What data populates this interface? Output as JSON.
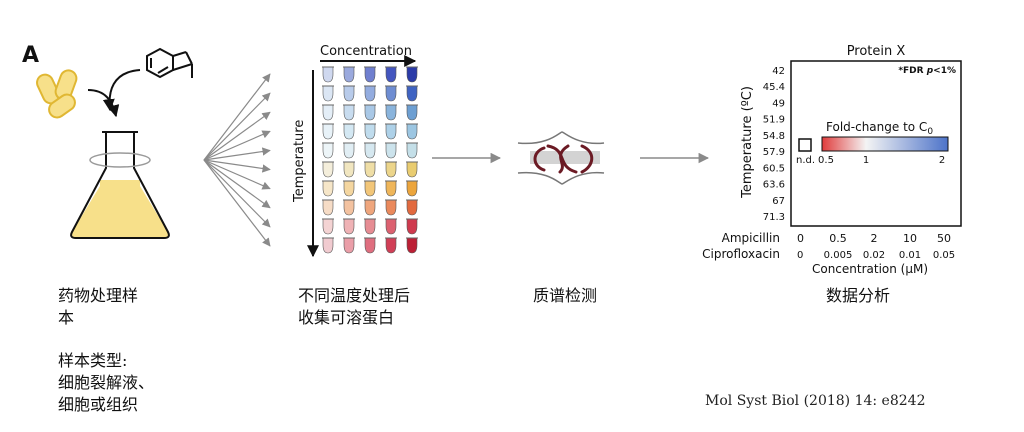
{
  "panel_label": "A",
  "steps": [
    {
      "caption_lines": [
        "药物处理样",
        "本"
      ]
    },
    {
      "caption_lines": [
        "不同温度处理后",
        "收集可溶蛋白"
      ]
    },
    {
      "caption_lines": [
        "质谱检测"
      ]
    },
    {
      "caption_lines": [
        "数据分析"
      ]
    }
  ],
  "sample_types": {
    "lines": [
      "样本类型:",
      "细胞裂解液、",
      "细胞或组织"
    ]
  },
  "tube_grid": {
    "x_label": "Concentration",
    "y_label": "Temperature",
    "tube_colors": [
      [
        "#cfd8ef",
        "#9aa9dd",
        "#6f7fcf",
        "#4456bf",
        "#2b3ba8"
      ],
      [
        "#dbe6f4",
        "#b8cbea",
        "#93acdf",
        "#6e8dd2",
        "#3f63c2"
      ],
      [
        "#e4eef7",
        "#c8dcef",
        "#a9c8e6",
        "#8ab4dc",
        "#6d9fd2"
      ],
      [
        "#e8f2f8",
        "#d4e8f3",
        "#c0dced",
        "#aed1e8",
        "#9cc6e2"
      ],
      [
        "#edf5f8",
        "#e1eef4",
        "#d6e8f0",
        "#cce3ec",
        "#c4dfe8"
      ],
      [
        "#f4eedb",
        "#f1e6c0",
        "#efdea6",
        "#ecd58b",
        "#e9cc70"
      ],
      [
        "#f6e6c8",
        "#f4d6a0",
        "#f2c679",
        "#efb65a",
        "#eca53c"
      ],
      [
        "#f6dcc6",
        "#f3c2a0",
        "#efa67d",
        "#ea895c",
        "#e26a3f"
      ],
      [
        "#f4d3d3",
        "#efb2b5",
        "#e68c93",
        "#dc6170",
        "#cf3a4e"
      ],
      [
        "#f1cbd0",
        "#ea9ea8",
        "#df6e7f",
        "#d13f56",
        "#bc1f35"
      ]
    ]
  },
  "chart": {
    "title": "Protein X",
    "annotation_prefix": "*FDR ",
    "annotation_p": "p",
    "annotation_suffix": "<1%",
    "ylabel": "Temperature (ºC)",
    "temperatures": [
      "42",
      "45.4",
      "49",
      "51.9",
      "54.8",
      "57.9",
      "60.5",
      "63.6",
      "67",
      "71.3"
    ],
    "legend_title_main": "Fold-change to C",
    "legend_title_sub": "0",
    "legend_ticks": [
      "0.5",
      "1",
      "2"
    ],
    "nd_label": "n.d.",
    "drugs": [
      {
        "name": "Ampicillin",
        "doses": [
          "0",
          "0.5",
          "2",
          "10",
          "50"
        ]
      },
      {
        "name": "Ciprofloxacin",
        "doses": [
          "0",
          "0.005",
          "0.02",
          "0.01",
          "0.05"
        ]
      }
    ],
    "xlabel": "Concentration (μM)",
    "colors": {
      "low": "#e03c3c",
      "mid": "#f4f4f4",
      "high": "#4d73c9"
    }
  },
  "citation": "Mol Syst Biol (2018) 14: e8242"
}
